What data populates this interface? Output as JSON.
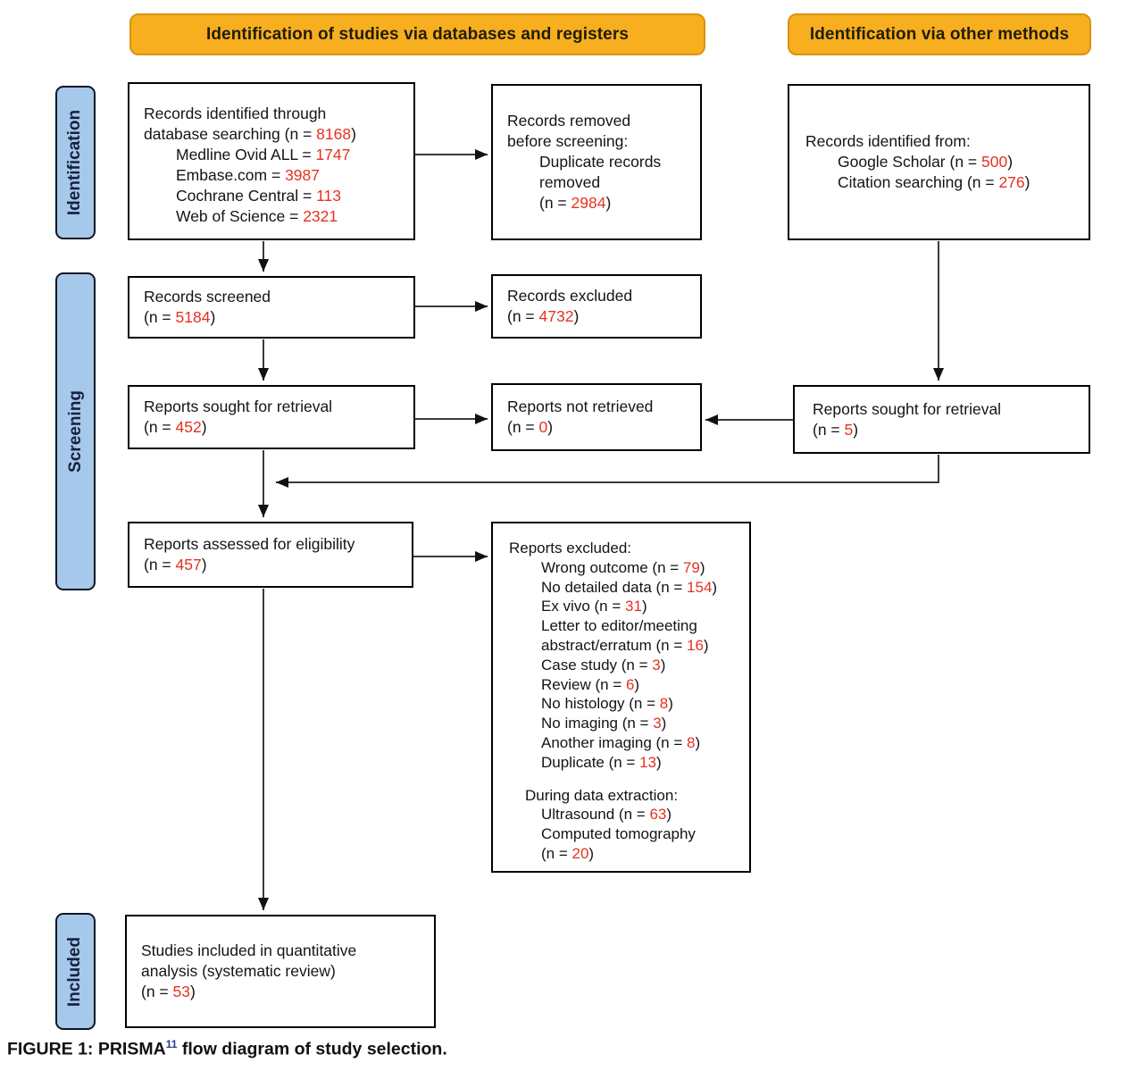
{
  "colors": {
    "red": "#E6311F",
    "orange_fill": "#F7AE1F",
    "orange_border": "#D99312",
    "blue_fill": "#A6C8EA",
    "blue_border": "#0d1526",
    "navy": "#2B3990"
  },
  "headers": [
    {
      "label": "Identification of studies via databases and registers"
    },
    {
      "label": "Identification via other methods"
    }
  ],
  "stage_labels": [
    {
      "label": "Identification"
    },
    {
      "label": "Screening"
    },
    {
      "label": "Included"
    }
  ],
  "boxes": {
    "identified_db": {
      "lines": [
        {
          "seg": [
            {
              "t": "Records identified through"
            }
          ]
        },
        {
          "seg": [
            {
              "t": "database searching (n = "
            },
            {
              "t": "8168",
              "red": true
            },
            {
              "t": ")"
            }
          ]
        },
        {
          "ind": 2,
          "seg": [
            {
              "t": "Medline Ovid ALL = "
            },
            {
              "t": "1747",
              "red": true
            }
          ]
        },
        {
          "ind": 2,
          "seg": [
            {
              "t": "Embase.com = "
            },
            {
              "t": "3987",
              "red": true
            }
          ]
        },
        {
          "ind": 2,
          "seg": [
            {
              "t": "Cochrane Central = "
            },
            {
              "t": "113",
              "red": true
            }
          ]
        },
        {
          "ind": 2,
          "seg": [
            {
              "t": "Web of Science = "
            },
            {
              "t": "2321",
              "red": true
            }
          ]
        }
      ]
    },
    "removed_before_screening": {
      "lines": [
        {
          "seg": [
            {
              "t": "Records removed"
            }
          ]
        },
        {
          "seg": [
            {
              "t": "before screening:"
            }
          ]
        },
        {
          "ind": 2,
          "seg": [
            {
              "t": "Duplicate records"
            }
          ]
        },
        {
          "ind": 2,
          "seg": [
            {
              "t": "removed"
            }
          ]
        },
        {
          "ind": 2,
          "seg": [
            {
              "t": "(n = "
            },
            {
              "t": "2984",
              "red": true
            },
            {
              "t": ")"
            }
          ]
        }
      ]
    },
    "identified_other": {
      "lines": [
        {
          "seg": [
            {
              "t": "Records identified from:"
            }
          ]
        },
        {
          "ind": 2,
          "seg": [
            {
              "t": "Google Scholar (n = "
            },
            {
              "t": "500",
              "red": true
            },
            {
              "t": ")"
            }
          ]
        },
        {
          "ind": 2,
          "seg": [
            {
              "t": "Citation searching (n = "
            },
            {
              "t": "276",
              "red": true
            },
            {
              "t": ")"
            }
          ]
        }
      ]
    },
    "records_screened": {
      "lines": [
        {
          "seg": [
            {
              "t": "Records screened"
            }
          ]
        },
        {
          "seg": [
            {
              "t": "(n = "
            },
            {
              "t": "5184",
              "red": true
            },
            {
              "t": ")"
            }
          ]
        }
      ]
    },
    "records_excluded": {
      "lines": [
        {
          "seg": [
            {
              "t": "Records excluded"
            }
          ]
        },
        {
          "seg": [
            {
              "t": "(n = "
            },
            {
              "t": "4732",
              "red": true
            },
            {
              "t": ")"
            }
          ]
        }
      ]
    },
    "reports_sought_db": {
      "lines": [
        {
          "seg": [
            {
              "t": "Reports sought for retrieval"
            }
          ]
        },
        {
          "seg": [
            {
              "t": "(n = "
            },
            {
              "t": "452",
              "red": true
            },
            {
              "t": ")"
            }
          ]
        }
      ]
    },
    "reports_not_retrieved": {
      "lines": [
        {
          "seg": [
            {
              "t": "Reports not retrieved"
            }
          ]
        },
        {
          "seg": [
            {
              "t": "(n = "
            },
            {
              "t": "0",
              "red": true
            },
            {
              "t": ")"
            }
          ]
        }
      ]
    },
    "reports_sought_other": {
      "lines": [
        {
          "seg": [
            {
              "t": "Reports sought for retrieval"
            }
          ]
        },
        {
          "seg": [
            {
              "t": "(n = "
            },
            {
              "t": "5",
              "red": true
            },
            {
              "t": ")"
            }
          ]
        }
      ]
    },
    "reports_assessed": {
      "lines": [
        {
          "seg": [
            {
              "t": "Reports assessed for eligibility"
            }
          ]
        },
        {
          "seg": [
            {
              "t": "(n = "
            },
            {
              "t": "457",
              "red": true
            },
            {
              "t": ")"
            }
          ]
        }
      ]
    },
    "reports_excluded_detail": {
      "lines": [
        {
          "seg": [
            {
              "t": "Reports excluded:"
            }
          ]
        },
        {
          "ind": 2,
          "seg": [
            {
              "t": "Wrong outcome (n = "
            },
            {
              "t": "79",
              "red": true
            },
            {
              "t": ")"
            }
          ]
        },
        {
          "ind": 2,
          "seg": [
            {
              "t": "No detailed data (n = "
            },
            {
              "t": "154",
              "red": true
            },
            {
              "t": ")"
            }
          ]
        },
        {
          "ind": 2,
          "seg": [
            {
              "t": "Ex vivo (n = "
            },
            {
              "t": "31",
              "red": true
            },
            {
              "t": ")"
            }
          ]
        },
        {
          "ind": 2,
          "seg": [
            {
              "t": "Letter to editor/meeting"
            }
          ]
        },
        {
          "ind": 2,
          "seg": [
            {
              "t": "abstract/erratum (n = "
            },
            {
              "t": "16",
              "red": true
            },
            {
              "t": ")"
            }
          ]
        },
        {
          "ind": 2,
          "seg": [
            {
              "t": "Case study (n = "
            },
            {
              "t": "3",
              "red": true
            },
            {
              "t": ")"
            }
          ]
        },
        {
          "ind": 2,
          "seg": [
            {
              "t": "Review (n = "
            },
            {
              "t": "6",
              "red": true
            },
            {
              "t": ")"
            }
          ]
        },
        {
          "ind": 2,
          "seg": [
            {
              "t": "No histology (n = "
            },
            {
              "t": "8",
              "red": true
            },
            {
              "t": ")"
            }
          ]
        },
        {
          "ind": 2,
          "seg": [
            {
              "t": "No imaging (n = "
            },
            {
              "t": "3",
              "red": true
            },
            {
              "t": ")"
            }
          ]
        },
        {
          "ind": 2,
          "seg": [
            {
              "t": "Another imaging (n = "
            },
            {
              "t": "8",
              "red": true
            },
            {
              "t": ")"
            }
          ]
        },
        {
          "ind": 2,
          "seg": [
            {
              "t": "Duplicate (n = "
            },
            {
              "t": "13",
              "red": true
            },
            {
              "t": ")"
            }
          ]
        },
        {
          "blank": true
        },
        {
          "ind": 1,
          "seg": [
            {
              "t": "During data extraction:"
            }
          ]
        },
        {
          "ind": 2,
          "seg": [
            {
              "t": "Ultrasound (n = "
            },
            {
              "t": "63",
              "red": true
            },
            {
              "t": ")"
            }
          ]
        },
        {
          "ind": 2,
          "seg": [
            {
              "t": "Computed tomography"
            }
          ]
        },
        {
          "ind": 2,
          "seg": [
            {
              "t": "(n = "
            },
            {
              "t": "20",
              "red": true
            },
            {
              "t": ")"
            }
          ]
        }
      ]
    },
    "studies_included": {
      "lines": [
        {
          "seg": [
            {
              "t": "Studies included in quantitative"
            }
          ]
        },
        {
          "seg": [
            {
              "t": "analysis (systematic review)"
            }
          ]
        },
        {
          "seg": [
            {
              "t": "(n = "
            },
            {
              "t": "53",
              "red": true
            },
            {
              "t": ")"
            }
          ]
        }
      ]
    }
  },
  "caption": {
    "seg": [
      {
        "t": "FIGURE 1: PRISMA"
      },
      {
        "t": "11",
        "sup": true
      },
      {
        "t": " flow diagram of study selection."
      }
    ]
  }
}
